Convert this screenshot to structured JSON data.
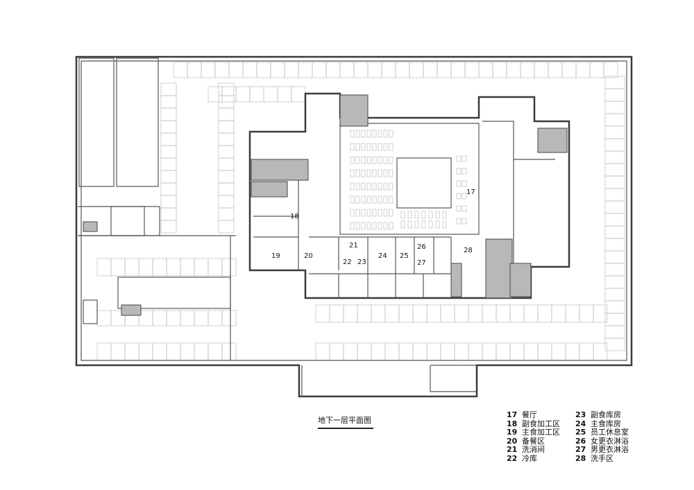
{
  "title": "地下一层平面图",
  "rooms": [
    {
      "num": "17",
      "name": "餐厅"
    },
    {
      "num": "18",
      "name": "副食加工区"
    },
    {
      "num": "19",
      "name": "主食加工区"
    },
    {
      "num": "20",
      "name": "备餐区"
    },
    {
      "num": "21",
      "name": "洗消间"
    },
    {
      "num": "22",
      "name": "冷库"
    },
    {
      "num": "23",
      "name": "副食库房"
    },
    {
      "num": "24",
      "name": "主食库房"
    },
    {
      "num": "25",
      "name": "员工休息室"
    },
    {
      "num": "26",
      "name": "女更衣淋浴"
    },
    {
      "num": "27",
      "name": "男更衣淋浴"
    },
    {
      "num": "28",
      "name": "洗手区"
    }
  ],
  "colors": {
    "wall": "#3a3a3a",
    "core": "#b8b8b8",
    "parking_lines": "#bbbbbb"
  }
}
